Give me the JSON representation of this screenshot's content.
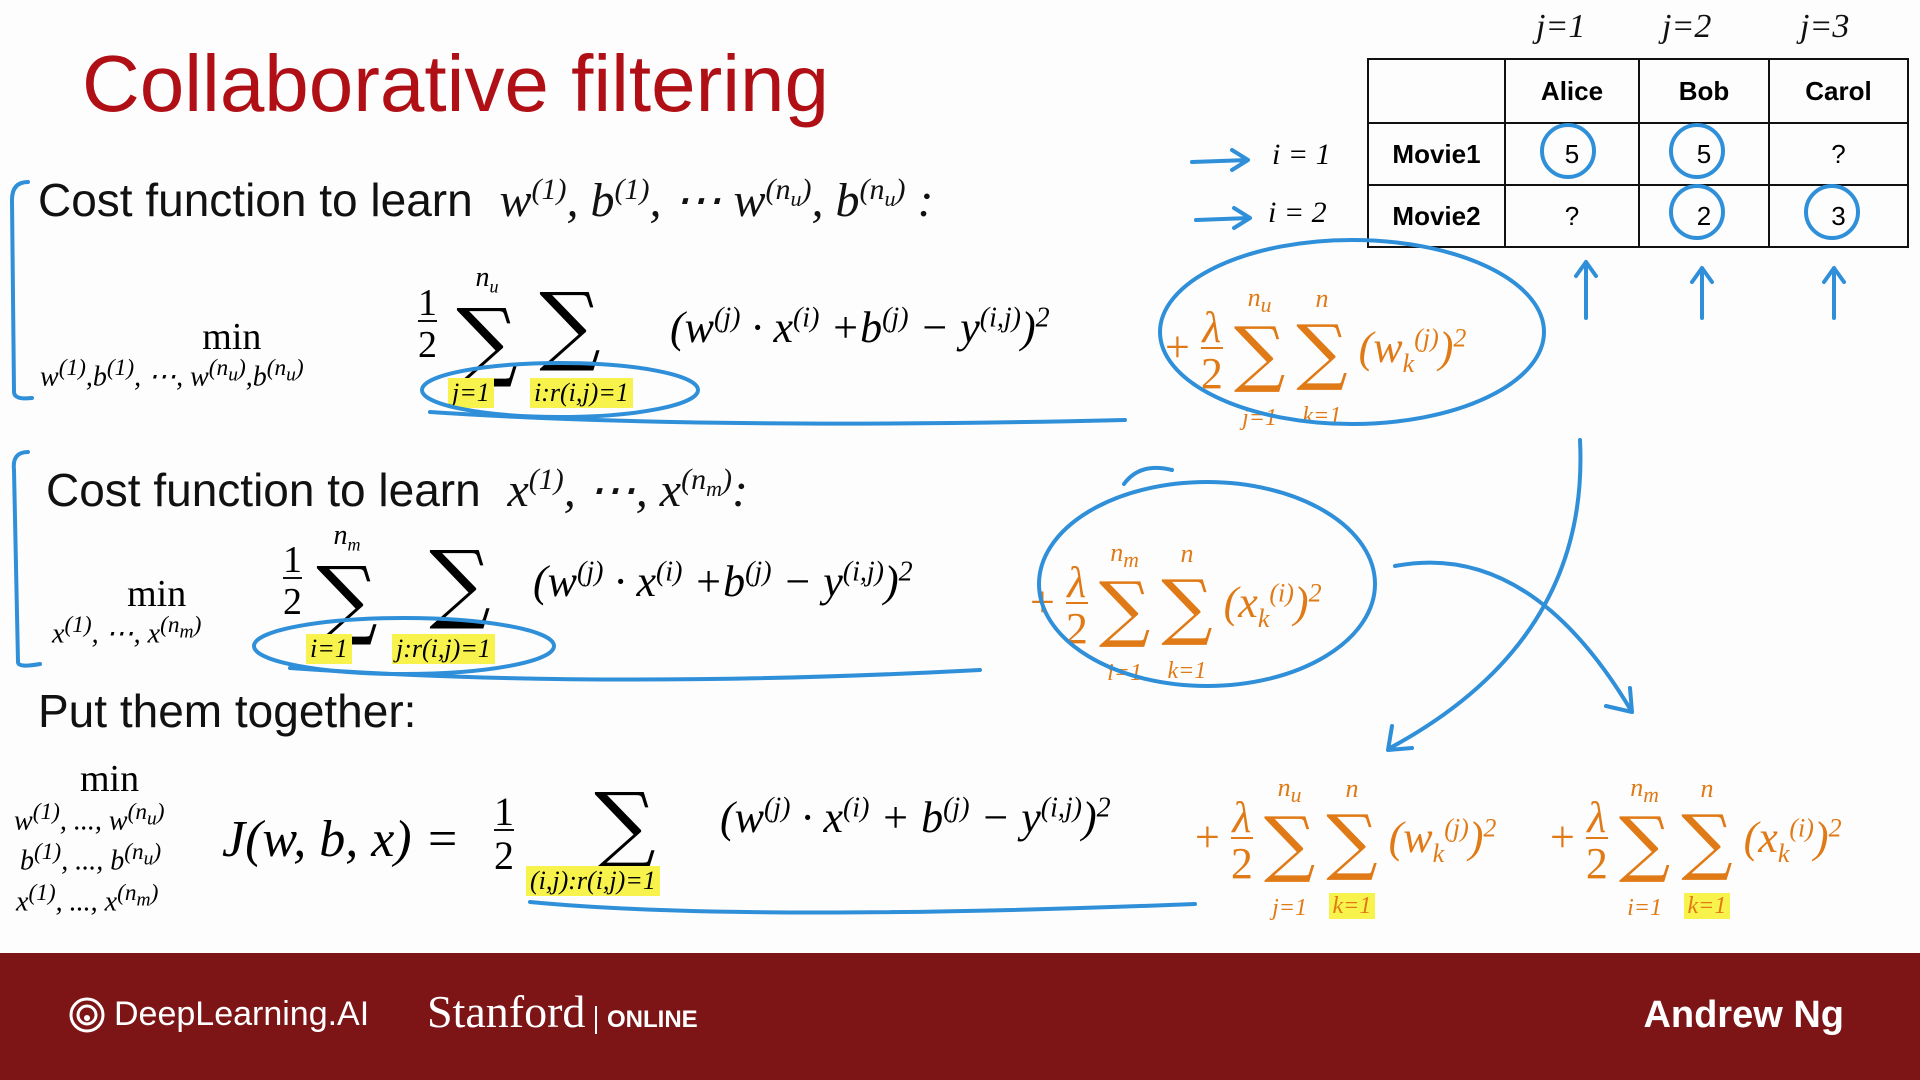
{
  "title": "Collaborative filtering",
  "section1": {
    "heading_text": "Cost function to learn",
    "heading_params": "w(1), b(1), ⋯ w(nu), b(nu) :",
    "min_label": "min",
    "min_vars": "w(1),b(1), ⋯, w(nu),b(nu)",
    "half": "1/2",
    "sum1_top": "nu",
    "sum1_bottom": "j=1",
    "sum2_bottom": "i:r(i,j)=1",
    "term": "(w(j) · x(i) + b(j) − y(i,j))²",
    "reg_term": "+ λ/2 ∑ ∑ (wk(j))²",
    "reg_sum1_top": "nu",
    "reg_sum1_bottom": "j=1",
    "reg_sum2_top": "n",
    "reg_sum2_bottom": "k=1"
  },
  "section2": {
    "heading_text": "Cost function to learn",
    "heading_params": "x(1), ⋯, x(nm):",
    "min_label": "min",
    "min_vars": "x(1), ⋯, x(nm)",
    "sum1_top": "nm",
    "sum1_bottom": "i=1",
    "sum2_bottom": "j:r(i,j)=1",
    "term": "(w(j) · x(i) + b(j) − y(i,j))²",
    "reg_term": "+ λ/2 ∑ ∑ (xk(i))²",
    "reg_sum1_top": "nm",
    "reg_sum1_bottom": "i=1",
    "reg_sum2_top": "n",
    "reg_sum2_bottom": "k=1"
  },
  "section3": {
    "heading": "Put them together:",
    "min_label": "min",
    "min_vars_1": "w(1), ..., w(nu)",
    "min_vars_2": "b(1), ..., b(nu)",
    "min_vars_3": "x(1), ..., x(nm)",
    "objective": "J(w, b, x) = ",
    "sum_bottom": "(i,j):r(i,j)=1",
    "term": "(w(j) · x(i) + b(j) − y(i,j))²",
    "reg_w": "+ λ/2 ∑ ∑ (wk(j))²",
    "reg_w_top1": "nu",
    "reg_w_bottom1": "j=1",
    "reg_w_top2": "n",
    "reg_w_bottom2": "k=1",
    "reg_x": "+ λ/2 ∑ ∑ (xk(i))²",
    "reg_x_top1": "nm",
    "reg_x_bottom1": "i=1",
    "reg_x_top2": "n",
    "reg_x_bottom2": "k=1"
  },
  "ratings_table": {
    "j_labels": [
      "j=1",
      "j=2",
      "j=3"
    ],
    "i_labels": [
      "i = 1",
      "i = 2"
    ],
    "columns": [
      "",
      "Alice",
      "Bob",
      "Carol"
    ],
    "rows": [
      {
        "movie": "Movie1",
        "ratings": [
          "5",
          "5",
          "?"
        ]
      },
      {
        "movie": "Movie2",
        "ratings": [
          "?",
          "2",
          "3"
        ]
      }
    ]
  },
  "footer": {
    "logo": "DeepLearning.AI",
    "partner": "Stanford",
    "partner_sub": "ONLINE",
    "author": "Andrew Ng"
  },
  "colors": {
    "title": "#b01015",
    "annotation": "#2f8fd8",
    "regularization": "#e07a16",
    "highlight": "#f7f34c",
    "footer_bg": "#7d1416"
  }
}
